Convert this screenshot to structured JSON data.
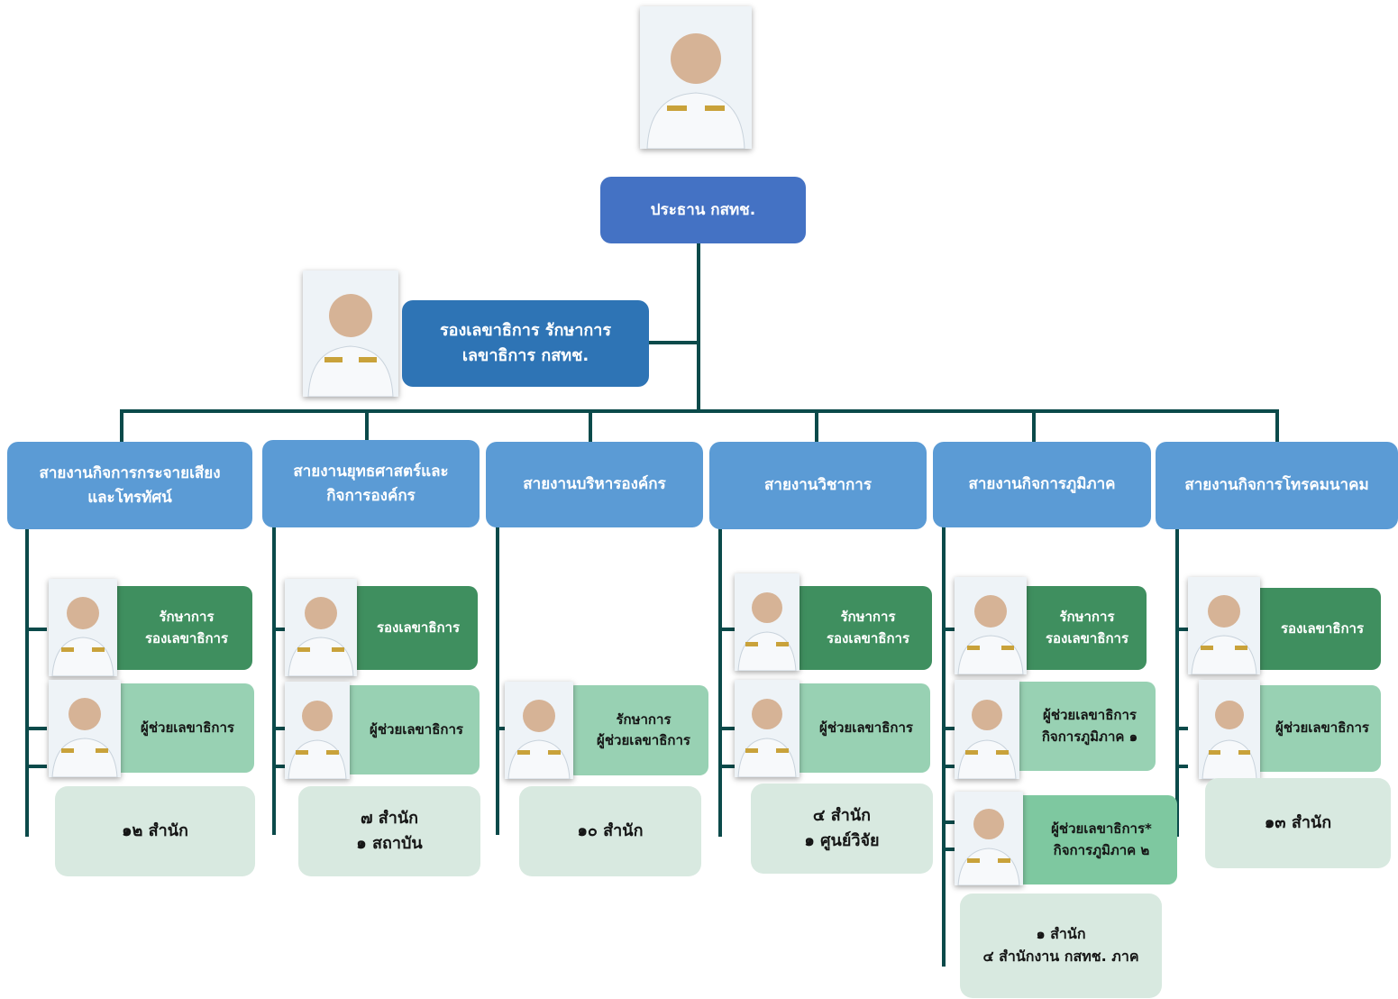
{
  "top": {
    "label": "ประธาน กสทช."
  },
  "deputy": {
    "label": "รองเลขาธิการ รักษาการ\nเลขาธิการ กสทช."
  },
  "divisions": [
    {
      "title": "สายงานกิจการกระจายเสียง\nและโทรทัศน์",
      "positions": [
        "รักษาการ\nรองเลขาธิการ",
        "ผู้ช่วยเลขาธิการ"
      ],
      "summary": "๑๒ สำนัก"
    },
    {
      "title": "สายงานยุทธศาสตร์และ\nกิจการองค์กร",
      "positions": [
        "รองเลขาธิการ",
        "ผู้ช่วยเลขาธิการ"
      ],
      "summary": "๗ สำนัก\n๑ สถาบัน"
    },
    {
      "title": "สายงานบริหารองค์กร",
      "positions": [
        "รักษาการ\nผู้ช่วยเลขาธิการ"
      ],
      "summary": "๑๐ สำนัก"
    },
    {
      "title": "สายงานวิชาการ",
      "positions": [
        "รักษาการ\nรองเลขาธิการ",
        "ผู้ช่วยเลขาธิการ"
      ],
      "summary": "๔ สำนัก\n๑ ศูนย์วิจัย"
    },
    {
      "title": "สายงานกิจการภูมิภาค",
      "positions": [
        "รักษาการ\nรองเลขาธิการ",
        "ผู้ช่วยเลขาธิการ\nกิจการภูมิภาค ๑",
        "ผู้ช่วยเลขาธิการ*\nกิจการภูมิภาค ๒"
      ],
      "summary": "๑ สำนัก\n๔ สำนักงาน กสทช. ภาค"
    },
    {
      "title": "สายงานกิจการโทรคมนาคม",
      "positions": [
        "รองเลขาธิการ",
        "ผู้ช่วยเลขาธิการ"
      ],
      "summary": "๑๓ สำนัก"
    }
  ],
  "colors": {
    "connector": "#0b4a4a",
    "head": "#4472c4",
    "deputy": "#2e74b5",
    "division": "#5b9bd5",
    "position_primary": "#3f8f5f",
    "position_secondary": "#98d1b3",
    "summary": "#d8e9e0"
  }
}
